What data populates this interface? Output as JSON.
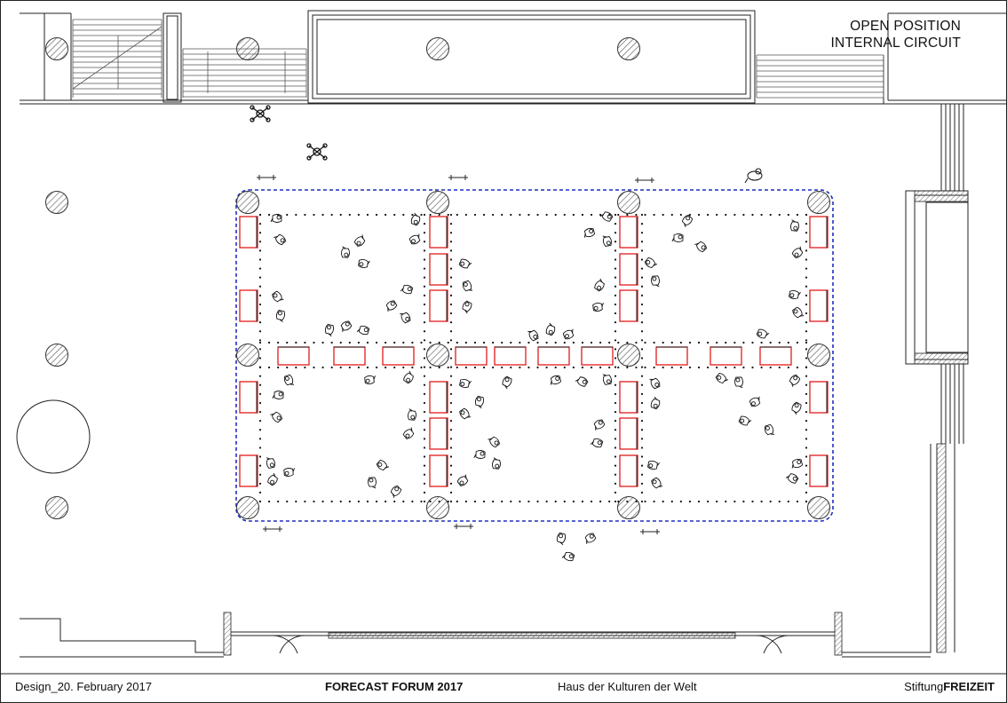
{
  "plan": {
    "title_line1": "OPEN POSITION",
    "title_line2": "INTERNAL CIRCUIT",
    "colors": {
      "line": "#222222",
      "table_outline": "#e11b1b",
      "boundary": "#1f2fbf",
      "column_hatch": "#555555"
    },
    "icons": [
      "column-icon",
      "chair-icon",
      "seated-person-icon",
      "drone-icon",
      "stair-icon"
    ]
  },
  "footer": {
    "design_date": "Design_20. February 2017",
    "event": "FORECAST FORUM 2017",
    "venue": "Haus der Kulturen der Welt",
    "org_prefix": "Stiftung",
    "org_bold": "FREIZEIT"
  }
}
